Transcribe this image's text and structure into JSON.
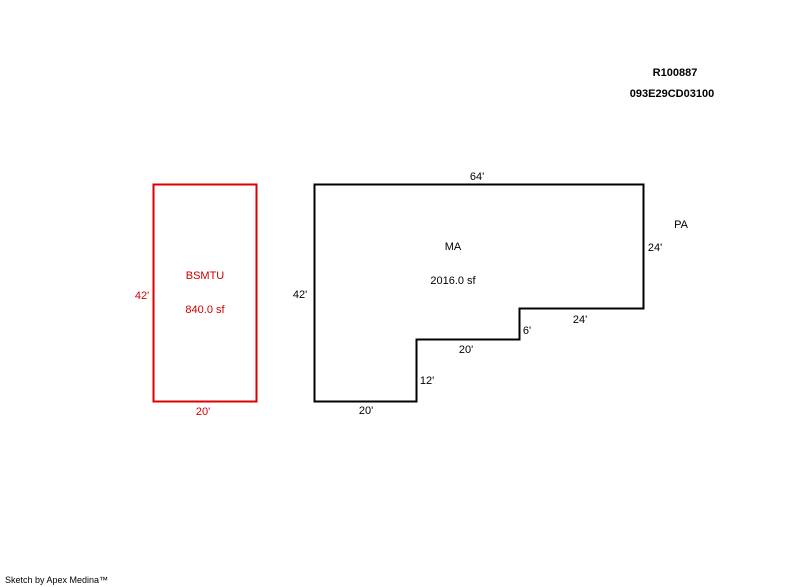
{
  "header": {
    "account_id": "R100887",
    "parcel_id": "093E29CD03100"
  },
  "colors": {
    "basement": "#dd0000",
    "main": "#000000"
  },
  "areas": {
    "basement": {
      "code": "BSMTU",
      "area": "840.0 sf",
      "dims": {
        "left": "42'",
        "bottom": "20'"
      }
    },
    "main": {
      "code": "MA",
      "area": "2016.0 sf",
      "dims": {
        "top": "64'",
        "left": "42'",
        "right": "24'",
        "step_top": "24'",
        "step_rise_upper": "6'",
        "step_mid": "20'",
        "step_rise_lower": "12'",
        "bottom": "20'"
      }
    },
    "patio": {
      "code": "PA"
    }
  },
  "footer": {
    "credit": "Sketch by Apex Medina™"
  }
}
